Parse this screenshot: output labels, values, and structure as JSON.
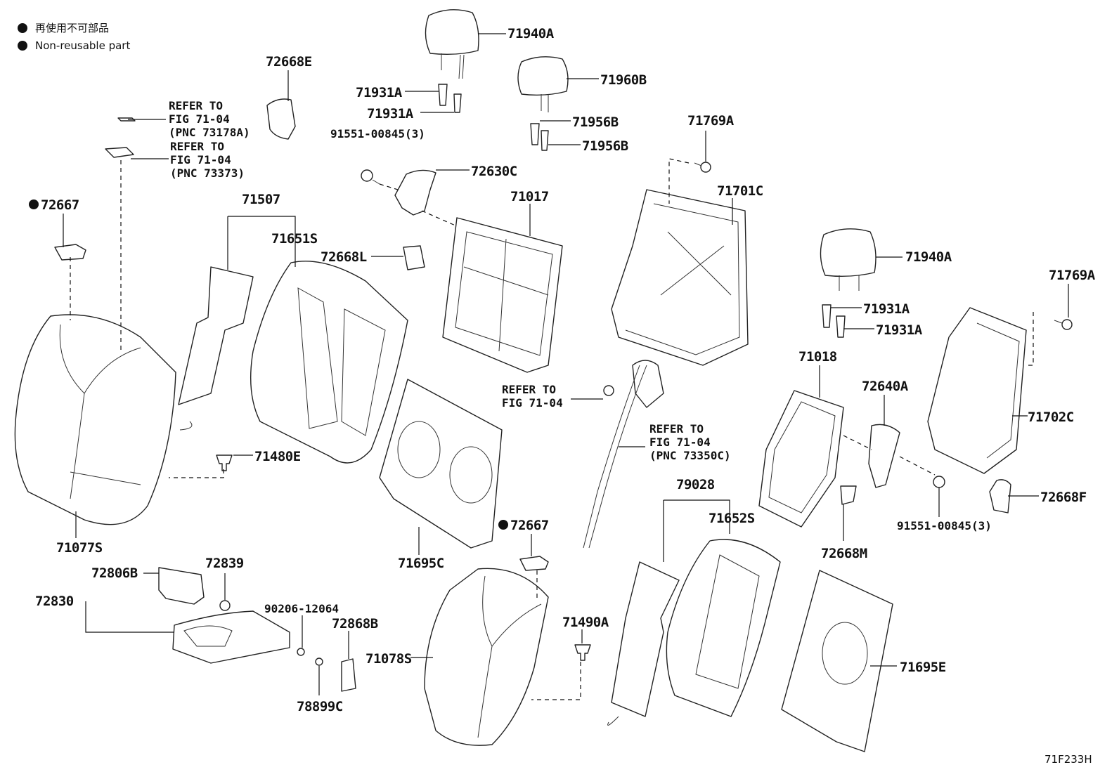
{
  "legend": {
    "jp_text": "再使用不可部品",
    "en_text": "Non-reusable part"
  },
  "figure_code": "71F233H",
  "callouts": {
    "p71940A_top": "71940A",
    "p71960B": "71960B",
    "p71931A_1": "71931A",
    "p71931A_2": "71931A",
    "p71956B_1": "71956B",
    "p71956B_2": "71956B",
    "p91551_top": "91551-00845(3)",
    "p72630C": "72630C",
    "p72668E": "72668E",
    "p71769A_top": "71769A",
    "p71701C": "71701C",
    "p71017": "71017",
    "p72668L": "72668L",
    "p71507": "71507",
    "p71651S": "71651S",
    "p72667_left": "72667",
    "p71480E": "71480E",
    "p71077S": "71077S",
    "p71695C": "71695C",
    "p72667_mid": "72667",
    "p71940A_right": "71940A",
    "p71769A_right": "71769A",
    "p71931A_3": "71931A",
    "p71931A_4": "71931A",
    "p71018": "71018",
    "p72640A": "72640A",
    "p71702C": "71702C",
    "p72668F": "72668F",
    "p91551_right": "91551-00845(3)",
    "p72668M": "72668M",
    "p79028": "79028",
    "p71652S": "71652S",
    "p72806B": "72806B",
    "p72839": "72839",
    "p72830": "72830",
    "p90206": "90206-12064",
    "p72868B": "72868B",
    "p78899C": "78899C",
    "p71490A": "71490A",
    "p71078S": "71078S",
    "p71695E": "71695E"
  },
  "refer_notes": {
    "ref1": [
      "REFER TO",
      "FIG 71-04",
      "(PNC 73178A)"
    ],
    "ref2": [
      "REFER TO",
      "FIG 71-04",
      "(PNC 73373)"
    ],
    "ref3": [
      "REFER TO",
      "FIG 71-04"
    ],
    "ref4": [
      "REFER TO",
      "FIG 71-04",
      "(PNC 73350C)"
    ]
  }
}
